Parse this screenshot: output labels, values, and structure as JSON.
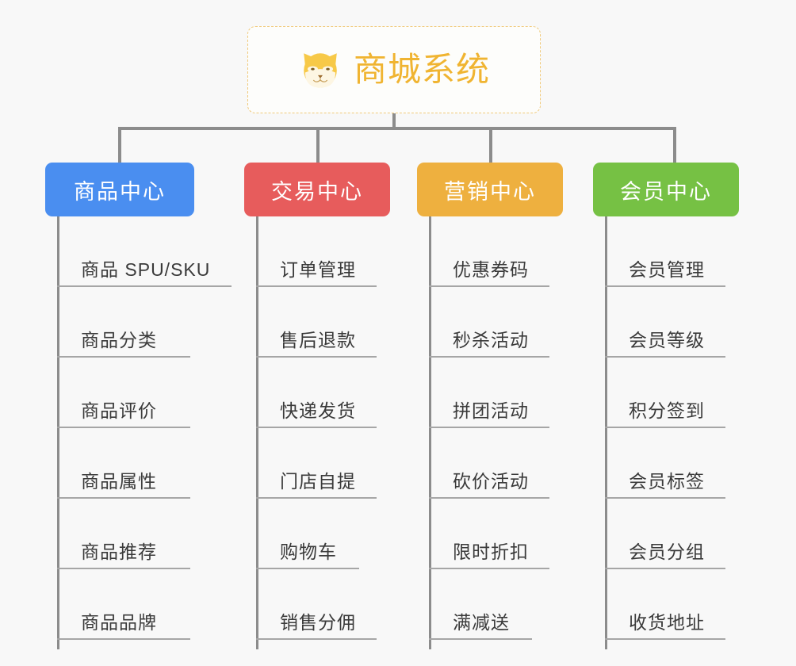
{
  "diagram": {
    "type": "org-chart",
    "background_color": "#f8f8f8",
    "connector_color": "#8c8c8c",
    "root": {
      "title": "商城系统",
      "icon": "shiba-dog-face-icon",
      "text_color": "#f0b431",
      "border_color": "#f0c97a",
      "background_color": "#fdfdfb"
    },
    "columns": [
      {
        "label": "商品中心",
        "color": "#4a8ef0",
        "text_color": "#ffffff",
        "items": [
          "商品 SPU/SKU",
          "商品分类",
          "商品评价",
          "商品属性",
          "商品推荐",
          "商品品牌"
        ]
      },
      {
        "label": "交易中心",
        "color": "#e75c5c",
        "text_color": "#ffffff",
        "items": [
          "订单管理",
          "售后退款",
          "快递发货",
          "门店自提",
          "购物车",
          "销售分佣"
        ]
      },
      {
        "label": "营销中心",
        "color": "#eeb03f",
        "text_color": "#ffffff",
        "items": [
          "优惠券码",
          "秒杀活动",
          "拼团活动",
          "砍价活动",
          "限时折扣",
          "满减送"
        ]
      },
      {
        "label": "会员中心",
        "color": "#76c144",
        "text_color": "#ffffff",
        "items": [
          "会员管理",
          "会员等级",
          "积分签到",
          "会员标签",
          "会员分组",
          "收货地址"
        ]
      }
    ]
  }
}
